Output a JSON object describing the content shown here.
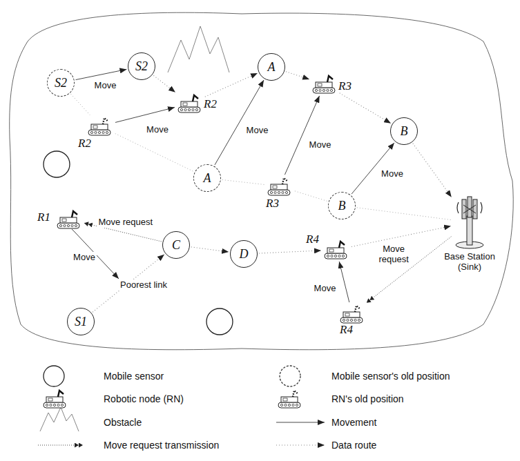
{
  "diagram": {
    "nodes": [
      {
        "text": [
          "S2"
        ]
      },
      {
        "text": [
          "S2"
        ]
      },
      {
        "text": [
          "A"
        ]
      },
      {
        "text": [
          "R3"
        ]
      },
      {
        "text": [
          "R2"
        ]
      },
      {
        "text": [
          "R2"
        ]
      },
      {
        "text": [
          "B"
        ]
      },
      {
        "text": [
          "A"
        ]
      },
      {
        "text": [
          "R3"
        ]
      },
      {
        "text": [
          "B"
        ]
      },
      {
        "text": [
          "R1"
        ]
      },
      {
        "text": [
          "Base Station (Sink)"
        ]
      },
      {
        "text": [
          "C"
        ]
      },
      {
        "text": [
          "D"
        ]
      },
      {
        "text": [
          "R4"
        ]
      },
      {
        "text": [
          "R4"
        ]
      },
      {
        "text": [
          "S1"
        ]
      }
    ],
    "edges": [
      {
        "from": 0,
        "to": 1,
        "arrow": "to",
        "label": "Move"
      },
      {
        "from": 4,
        "to": 5,
        "arrow": "to",
        "label": "Move"
      },
      {
        "from": 7,
        "to": 2,
        "arrow": "to",
        "label": "Move"
      },
      {
        "from": 8,
        "to": 3,
        "arrow": "to",
        "label": "Move"
      },
      {
        "from": 9,
        "to": 6,
        "arrow": "to",
        "label": "Move"
      },
      {
        "from": 12,
        "to": 10,
        "arrow": "to",
        "label": "Move request"
      },
      {
        "from": 15,
        "to": 14,
        "arrow": "to",
        "label": "Move"
      },
      {
        "from": 11,
        "to": 15,
        "arrow": "to",
        "label": "Move request"
      },
      {
        "from": 1,
        "to": 5,
        "arrow": "to"
      },
      {
        "from": 5,
        "to": 2,
        "arrow": "to"
      },
      {
        "from": 2,
        "to": 3,
        "arrow": "to"
      },
      {
        "from": 3,
        "to": 6,
        "arrow": "to"
      },
      {
        "from": 6,
        "to": 11,
        "arrow": "to"
      },
      {
        "from": 16,
        "to": 12,
        "arrow": "to"
      },
      {
        "from": 12,
        "to": 13,
        "arrow": "to"
      },
      {
        "from": 13,
        "to": 14,
        "arrow": "to"
      },
      {
        "from": 14,
        "to": 11,
        "arrow": "to"
      },
      {
        "from": 0,
        "to": 4,
        "arrow": "none"
      },
      {
        "from": 4,
        "to": 7,
        "arrow": "none"
      },
      {
        "from": 7,
        "to": 8,
        "arrow": "none"
      },
      {
        "from": 8,
        "to": 9,
        "arrow": "none"
      },
      {
        "from": 9,
        "to": 11,
        "arrow": "none"
      }
    ],
    "labels": [
      "Move",
      "Poorest link"
    ],
    "legend": [
      {
        "text": "Mobile sensor"
      },
      {
        "text": "Mobile sensor's old position"
      },
      {
        "text": "Robotic node (RN)"
      },
      {
        "text": "RN's old position"
      },
      {
        "text": "Obstacle"
      },
      {
        "text": "Movement"
      },
      {
        "text": "Move request transmission"
      },
      {
        "text": "Data route"
      }
    ]
  }
}
